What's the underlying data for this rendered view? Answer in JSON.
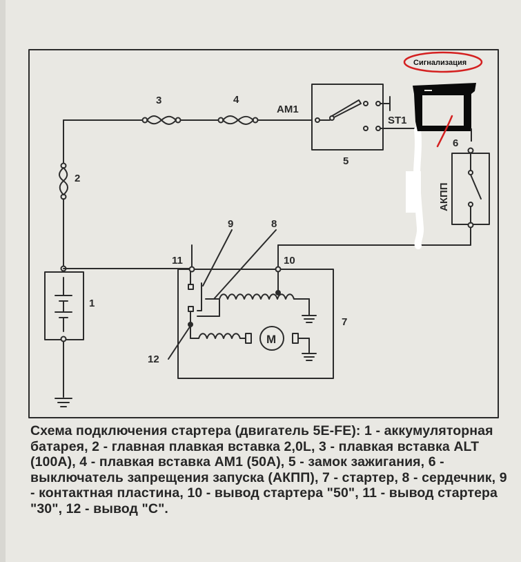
{
  "labels": {
    "fuse3": "3",
    "fuse4": "4",
    "fuse2": "2",
    "am1": "AM1",
    "st1": "ST1",
    "switch5": "5",
    "relay6": "6",
    "akpp": "АКПП",
    "battery1": "1",
    "starter7": "7",
    "core8": "8",
    "plate9": "9",
    "term10": "10",
    "term11": "11",
    "term12": "12",
    "motor": "M",
    "alarm": "Сигнализация"
  },
  "caption": "Схема подключения стартера (двигатель 5E-FE): 1 - аккумуляторная батарея, 2 - главная плавкая вставка 2,0L, 3 - плавкая вставка ALT (100A), 4 - плавкая вставка AM1 (50A), 5 - замок зажигания, 6 - выключатель запрещения запуска (АКПП), 7 - стартер, 8 - сердечник, 9 - контактная пластина, 10 - вывод стартера \"50\", 11 - вывод стартера \"30\", 12 - вывод \"C\".",
  "colors": {
    "line": "#2b2b2b",
    "alarm_red": "#d42020",
    "marker_black": "#0a0a0a",
    "whiteout": "#ffffff",
    "paper": "#e9e8e3"
  }
}
